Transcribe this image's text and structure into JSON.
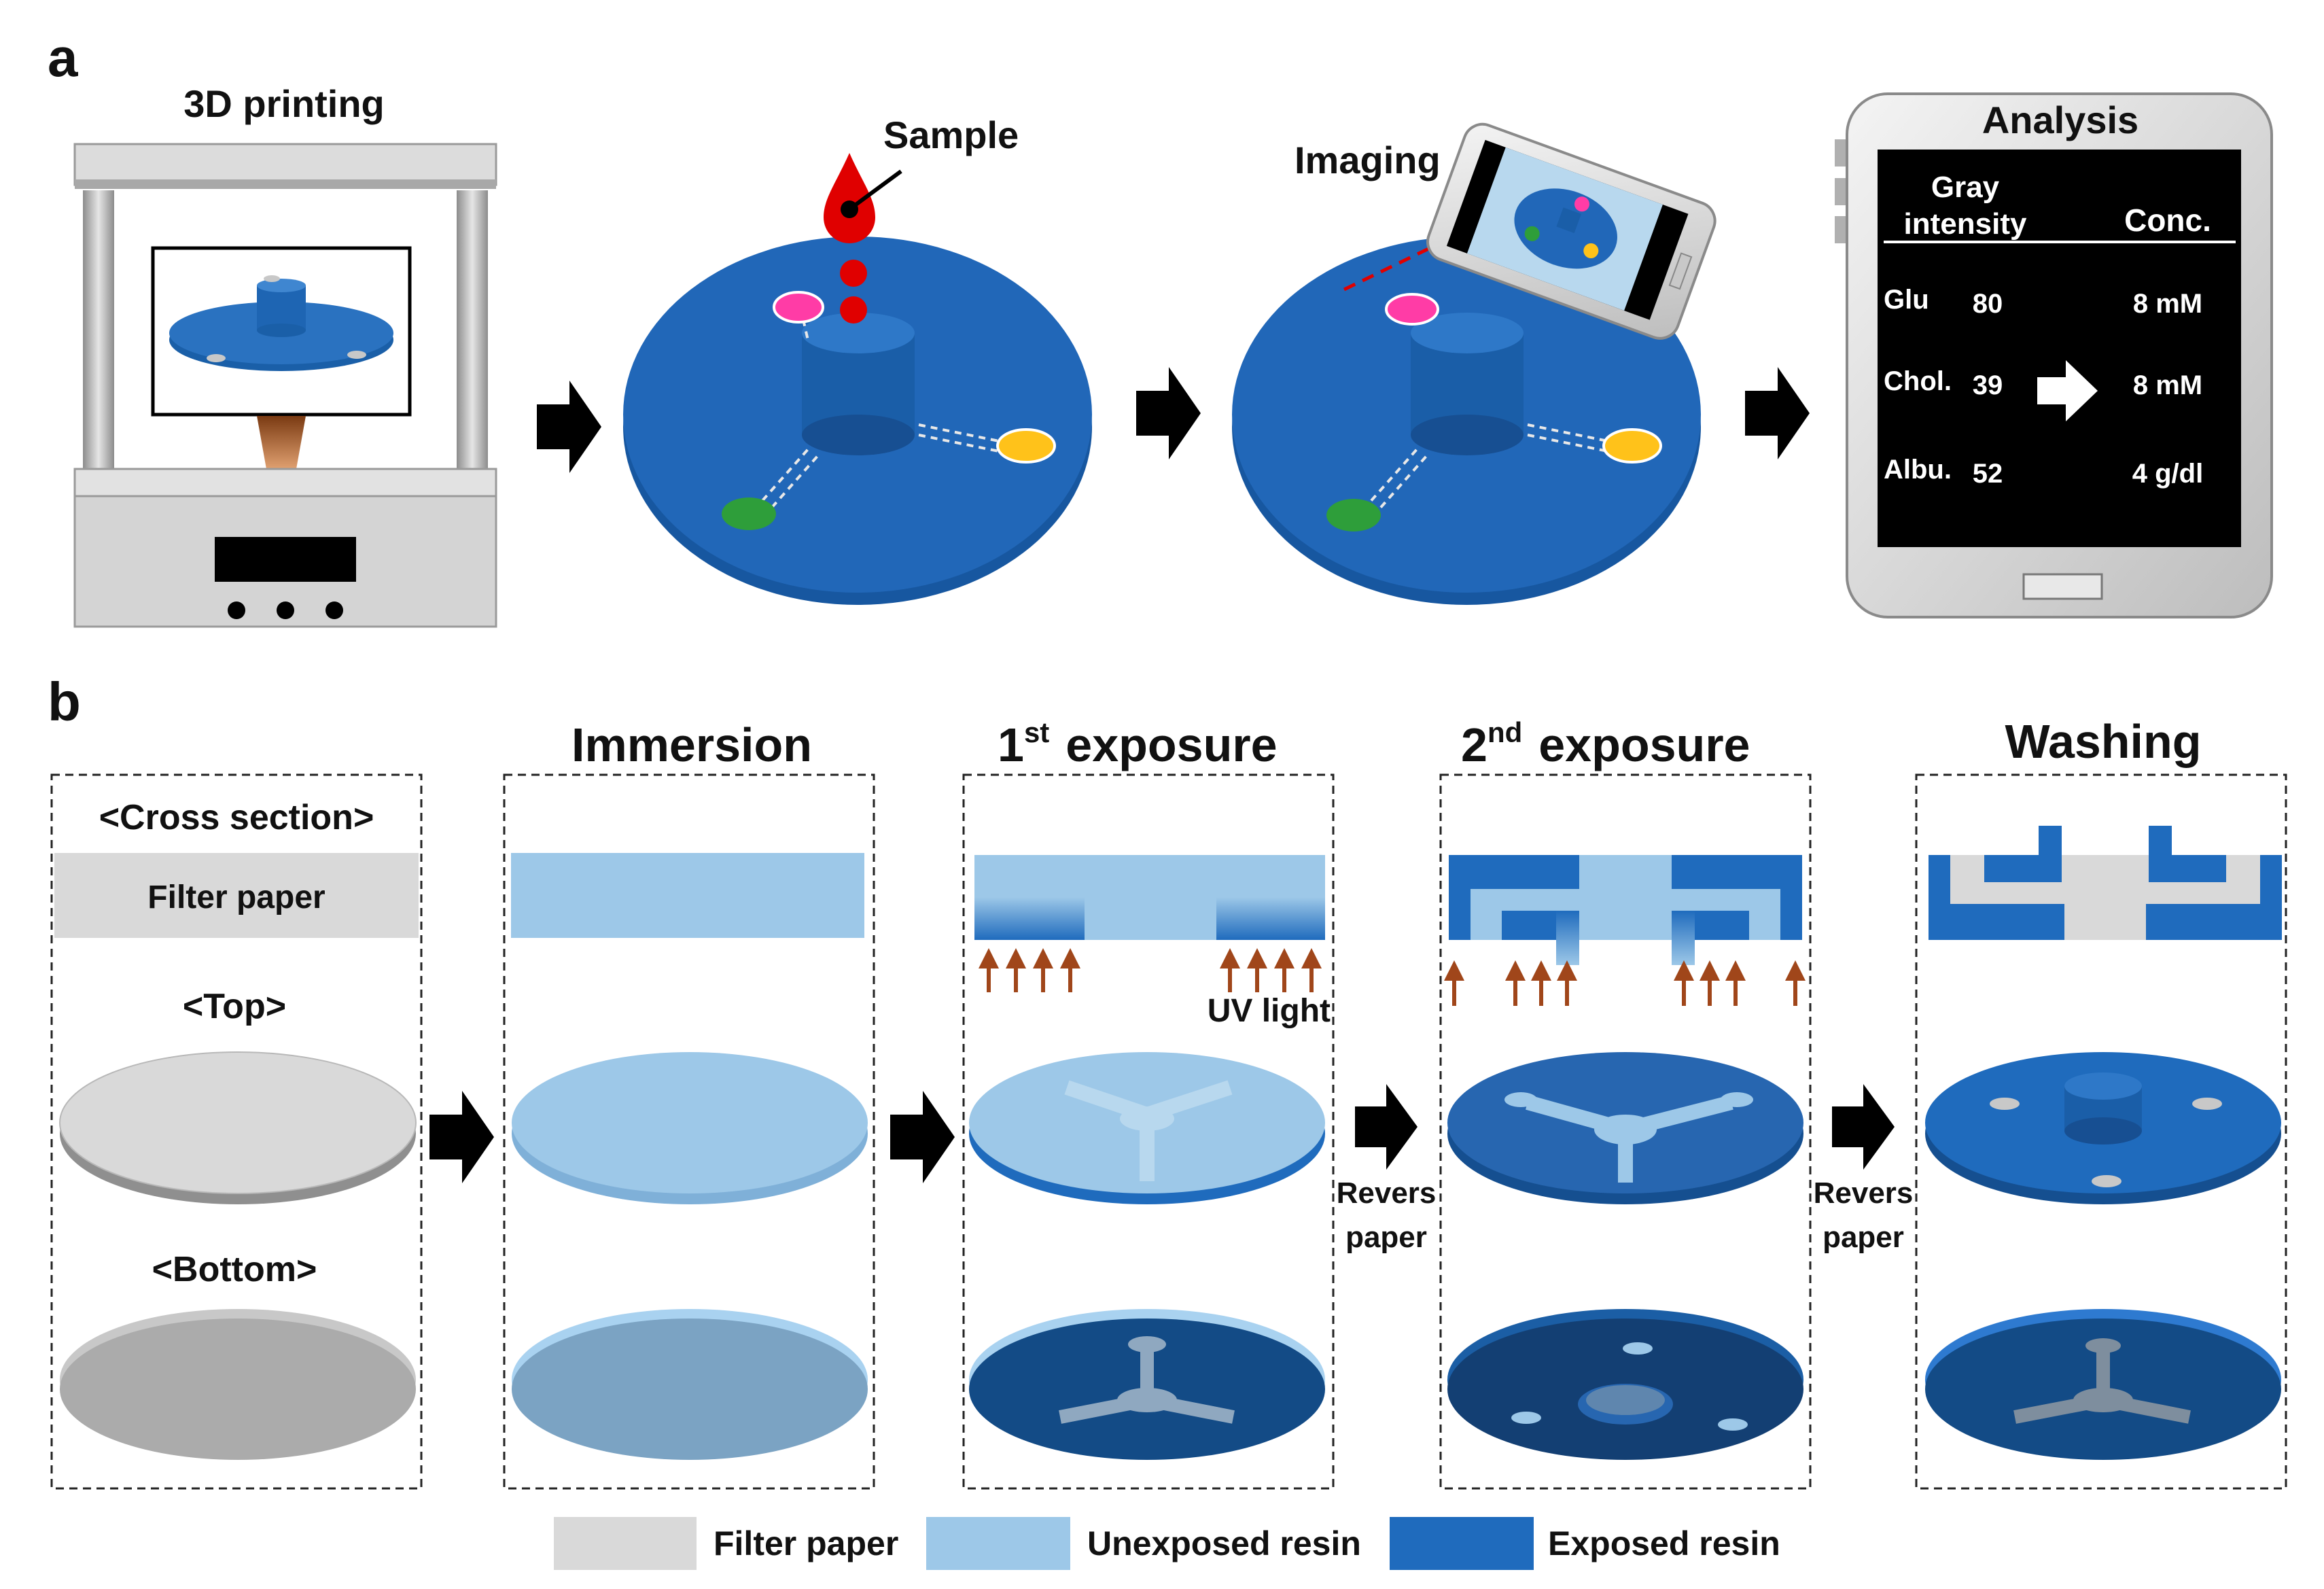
{
  "panel_a": {
    "label": "a",
    "printing": {
      "title": "3D printing"
    },
    "sample": {
      "label": "Sample"
    },
    "imaging": {
      "label": "Imaging"
    },
    "analysis": {
      "title": "Analysis",
      "header_gray_1": "Gray",
      "header_gray_2": "intensity",
      "header_conc": "Conc.",
      "rows": [
        {
          "analyte": "Glu",
          "intensity": "80",
          "conc": "8 mM"
        },
        {
          "analyte": "Chol.",
          "intensity": "39",
          "conc": "8 mM"
        },
        {
          "analyte": "Albu.",
          "intensity": "52",
          "conc": "4 g/dl"
        }
      ]
    }
  },
  "panel_b": {
    "label": "b",
    "steps": {
      "immersion": "Immersion",
      "exposure1": "1",
      "exposure1_sup": "st",
      "exposure1_word": "exposure",
      "exposure2": "2",
      "exposure2_sup": "nd",
      "exposure2_word": "exposure",
      "washing": "Washing"
    },
    "row_labels": {
      "cross_section": "<Cross section>",
      "filter_paper": "Filter paper",
      "top": "<Top>",
      "bottom": "<Bottom>"
    },
    "uv_label": "UV light",
    "reverse_1a": "Revers",
    "reverse_1b": "paper",
    "reverse_2a": "Revers",
    "reverse_2b": "paper"
  },
  "legend": {
    "filter_paper": "Filter paper",
    "unexposed_resin": "Unexposed resin",
    "exposed_resin": "Exposed resin"
  },
  "colors": {
    "filter_paper": "#d9d9d9",
    "unexposed_resin": "#9dc8e8",
    "exposed_resin": "#1f6bbd",
    "sample_drop": "#e00000",
    "uv_arrow": "#a0461a"
  }
}
